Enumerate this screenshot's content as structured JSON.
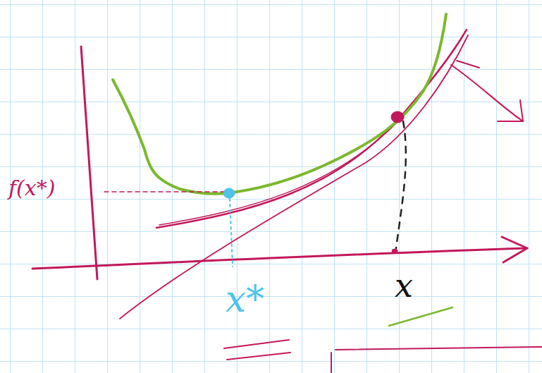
{
  "diagram": {
    "labels": [
      "f(x*)",
      "x*",
      "x"
    ]
  }
}
